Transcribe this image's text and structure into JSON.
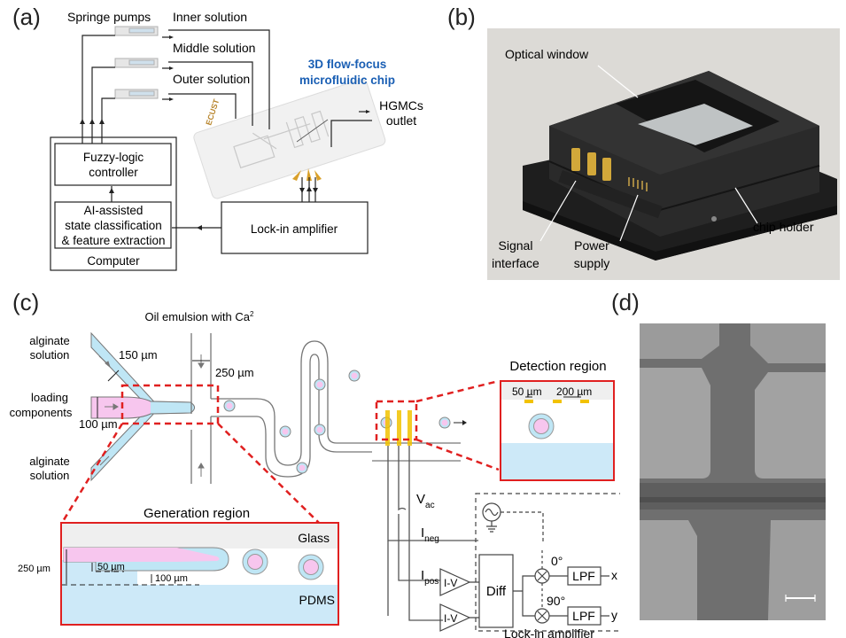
{
  "panels": {
    "a": {
      "label": "(a)",
      "pumps_label": "Springe pumps",
      "solutions": [
        "Inner solution",
        "Middle solution",
        "Outer solution"
      ],
      "chip_title_line1": "3D flow-focus",
      "chip_title_line2": "microfluidic chip",
      "chip_brand": "ECUST",
      "outlet_line1": "HGMCs",
      "outlet_line2": "outlet",
      "fuzzy_line1": "Fuzzy-logic",
      "fuzzy_line2": "controller",
      "ai_line1": "AI-assisted",
      "ai_line2": "state classification",
      "ai_line3": "& feature extraction",
      "computer": "Computer",
      "lockin": "Lock-in amplifier",
      "accent_color": "#1a5fb4"
    },
    "b": {
      "label": "(b)",
      "optical_window": "Optical window",
      "signal_line1": "Signal",
      "signal_line2": "interface",
      "power_line1": "Power",
      "power_line2": "supply",
      "chip_holder": "chip holder"
    },
    "c": {
      "label": "(c)",
      "oil_emulsion": "Oil emulsion with Ca",
      "oil_sup": "2",
      "alginate_top_1": "alginate",
      "alginate_top_2": "solution",
      "loading_1": "loading",
      "loading_2": "components",
      "alginate_bot_1": "alginate",
      "alginate_bot_2": "solution",
      "dim_150": "150 µm",
      "dim_250": "250 µm",
      "dim_100": "100 µm",
      "detection_title": "Detection region",
      "det_dim_50": "50 µm",
      "det_dim_200": "200 µm",
      "generation_title": "Generation region",
      "glass": "Glass",
      "pdms": "PDMS",
      "gen_dim_250": "250 µm",
      "gen_dim_50": "50 µm",
      "gen_dim_100": "100 µm",
      "vac": "V",
      "vac_sub": "ac",
      "ineg": "I",
      "ineg_sub": "neg",
      "ipos": "I",
      "ipos_sub": "pos",
      "iv": "I-V",
      "diff": "Diff",
      "phase0": "0°",
      "phase90": "90°",
      "lpf": "LPF",
      "out_x": "x",
      "out_y": "y",
      "lockin_label": "Lock-in amplifier",
      "colors": {
        "alginate": "#bfe6f5",
        "loading": "#f7c6ee",
        "zoom_box": "#e02020",
        "electrode": "#f2c200",
        "pdms": "#cde9f8"
      }
    },
    "d": {
      "label": "(d)"
    }
  }
}
